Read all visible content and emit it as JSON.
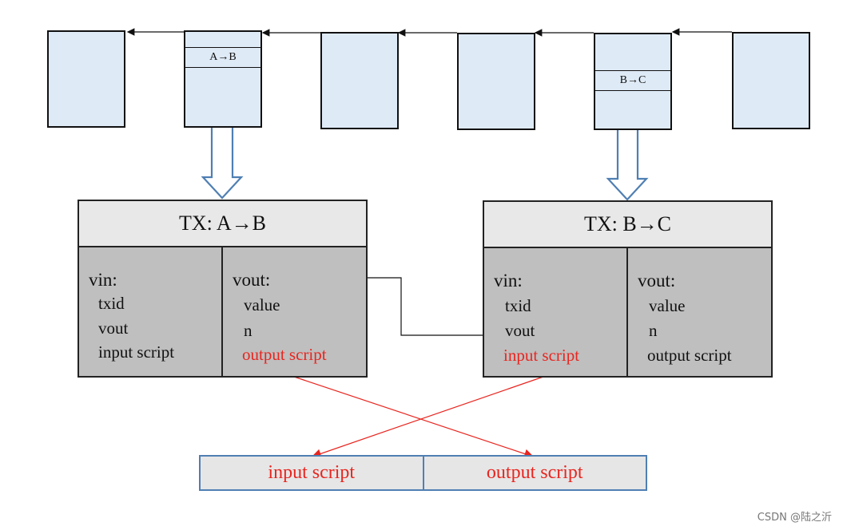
{
  "blocks": [
    {
      "id": "block-1",
      "label": ""
    },
    {
      "id": "block-2",
      "label": "A→B"
    },
    {
      "id": "block-3",
      "label": ""
    },
    {
      "id": "block-4",
      "label": ""
    },
    {
      "id": "block-5",
      "label": "B→C"
    },
    {
      "id": "block-6",
      "label": ""
    }
  ],
  "tx_ab": {
    "title": "TX: A→B",
    "vin": {
      "header": "vin:",
      "txid": "txid",
      "vout": "vout",
      "input_script": "input script"
    },
    "vout": {
      "header": "vout:",
      "value": "value",
      "n": "n",
      "output_script": "output script"
    }
  },
  "tx_bc": {
    "title": "TX: B→C",
    "vin": {
      "header": "vin:",
      "txid": "txid",
      "vout": "vout",
      "input_script": "input script"
    },
    "vout": {
      "header": "vout:",
      "value": "value",
      "n": "n",
      "output_script": "output script"
    }
  },
  "script_bar": {
    "input_script": "input script",
    "output_script": "output script"
  },
  "colors": {
    "block_fill": "#deeaf6",
    "tx_body": "#bfbfbf",
    "tx_header": "#e8e8e8",
    "highlight": "#e8251f",
    "bar_border": "#4f7fb3"
  },
  "watermark": "CSDN @陆之沂"
}
